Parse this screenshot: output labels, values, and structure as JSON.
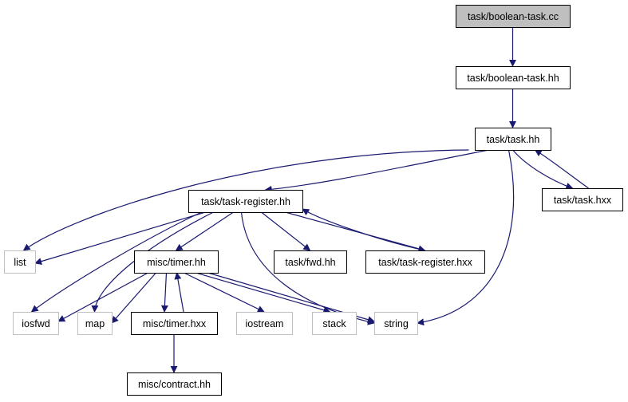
{
  "colors": {
    "edge": "#191970",
    "node_border": "#000000",
    "external_border": "#bfbfbf",
    "root_fill": "#bfbfbf",
    "fill": "#ffffff"
  },
  "nodes": [
    {
      "id": "boolean_task_cc",
      "label": "task/boolean-task.cc",
      "kind": "root"
    },
    {
      "id": "boolean_task_hh",
      "label": "task/boolean-task.hh",
      "kind": "internal"
    },
    {
      "id": "task_hh",
      "label": "task/task.hh",
      "kind": "internal"
    },
    {
      "id": "task_hxx",
      "label": "task/task.hxx",
      "kind": "internal"
    },
    {
      "id": "task_register_hh",
      "label": "task/task-register.hh",
      "kind": "internal"
    },
    {
      "id": "list",
      "label": "list",
      "kind": "external"
    },
    {
      "id": "timer_hh",
      "label": "misc/timer.hh",
      "kind": "internal"
    },
    {
      "id": "fwd_hh",
      "label": "task/fwd.hh",
      "kind": "internal"
    },
    {
      "id": "task_register_hxx",
      "label": "task/task-register.hxx",
      "kind": "internal"
    },
    {
      "id": "iosfwd",
      "label": "iosfwd",
      "kind": "external"
    },
    {
      "id": "map",
      "label": "map",
      "kind": "external"
    },
    {
      "id": "timer_hxx",
      "label": "misc/timer.hxx",
      "kind": "internal"
    },
    {
      "id": "iostream",
      "label": "iostream",
      "kind": "external"
    },
    {
      "id": "stack",
      "label": "stack",
      "kind": "external"
    },
    {
      "id": "string",
      "label": "string",
      "kind": "external"
    },
    {
      "id": "contract_hh",
      "label": "misc/contract.hh",
      "kind": "internal"
    }
  ],
  "edges": [
    {
      "from": "boolean_task_cc",
      "to": "boolean_task_hh"
    },
    {
      "from": "boolean_task_hh",
      "to": "task_hh"
    },
    {
      "from": "task_hh",
      "to": "list"
    },
    {
      "from": "task_hh",
      "to": "task_register_hh"
    },
    {
      "from": "task_hh",
      "to": "string"
    },
    {
      "from": "task_hh",
      "to": "task_hxx"
    },
    {
      "from": "task_hxx",
      "to": "task_hh"
    },
    {
      "from": "task_register_hh",
      "to": "list"
    },
    {
      "from": "task_register_hh",
      "to": "iosfwd"
    },
    {
      "from": "task_register_hh",
      "to": "map"
    },
    {
      "from": "task_register_hh",
      "to": "timer_hh"
    },
    {
      "from": "task_register_hh",
      "to": "fwd_hh"
    },
    {
      "from": "task_register_hh",
      "to": "task_register_hxx"
    },
    {
      "from": "task_register_hh",
      "to": "string"
    },
    {
      "from": "task_register_hxx",
      "to": "task_register_hh"
    },
    {
      "from": "timer_hh",
      "to": "iosfwd"
    },
    {
      "from": "timer_hh",
      "to": "map"
    },
    {
      "from": "timer_hh",
      "to": "timer_hxx"
    },
    {
      "from": "timer_hh",
      "to": "iostream"
    },
    {
      "from": "timer_hh",
      "to": "stack"
    },
    {
      "from": "timer_hh",
      "to": "string"
    },
    {
      "from": "timer_hxx",
      "to": "timer_hh"
    },
    {
      "from": "timer_hxx",
      "to": "contract_hh"
    }
  ]
}
